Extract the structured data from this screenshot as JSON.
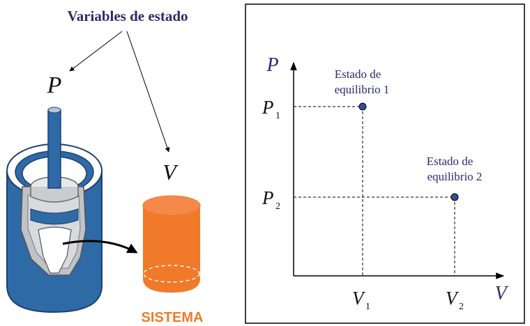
{
  "left": {
    "title": "Variables de estado",
    "var_p": "P",
    "var_v": "V",
    "sistema": "SISTEMA"
  },
  "graph": {
    "axis_y": "P",
    "axis_x": "V",
    "p1": {
      "base": "P",
      "sub": "1"
    },
    "p2": {
      "base": "P",
      "sub": "2"
    },
    "v1": {
      "base": "V",
      "sub": "1"
    },
    "v2": {
      "base": "V",
      "sub": "2"
    },
    "state1": {
      "line1": "Estado de",
      "line2": "equilibrio 1"
    },
    "state2": {
      "line1": "Estado de",
      "line2": "equilibrio 2"
    }
  },
  "colors": {
    "title": "#2e2a6e",
    "axis_label": "#2e2a6e",
    "cylinder_blue": "#2e6aa6",
    "sistema_orange": "#f07a2a",
    "point_fill": "#2f4f9a"
  }
}
